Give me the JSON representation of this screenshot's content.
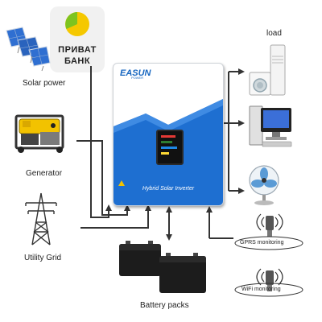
{
  "logo": {
    "line1": "ПРИВАТ",
    "line2": "БАНК"
  },
  "inputs": {
    "solar": "Solar power",
    "generator": "Generator",
    "grid": "Utility Grid"
  },
  "outputs": {
    "load": "load"
  },
  "inverter": {
    "brand_main": "EASUN",
    "brand_sub": "POWER",
    "caption": "Hybrid Solar Inverter"
  },
  "battery": {
    "label": "Battery packs"
  },
  "monitoring": {
    "gprs": "GPRS monitoring",
    "wifi": "WiFi monitoring"
  },
  "colors": {
    "inverter_blue": "#1e6fd1",
    "logo_green": "#7dc41f",
    "logo_yellow": "#f5c800"
  }
}
